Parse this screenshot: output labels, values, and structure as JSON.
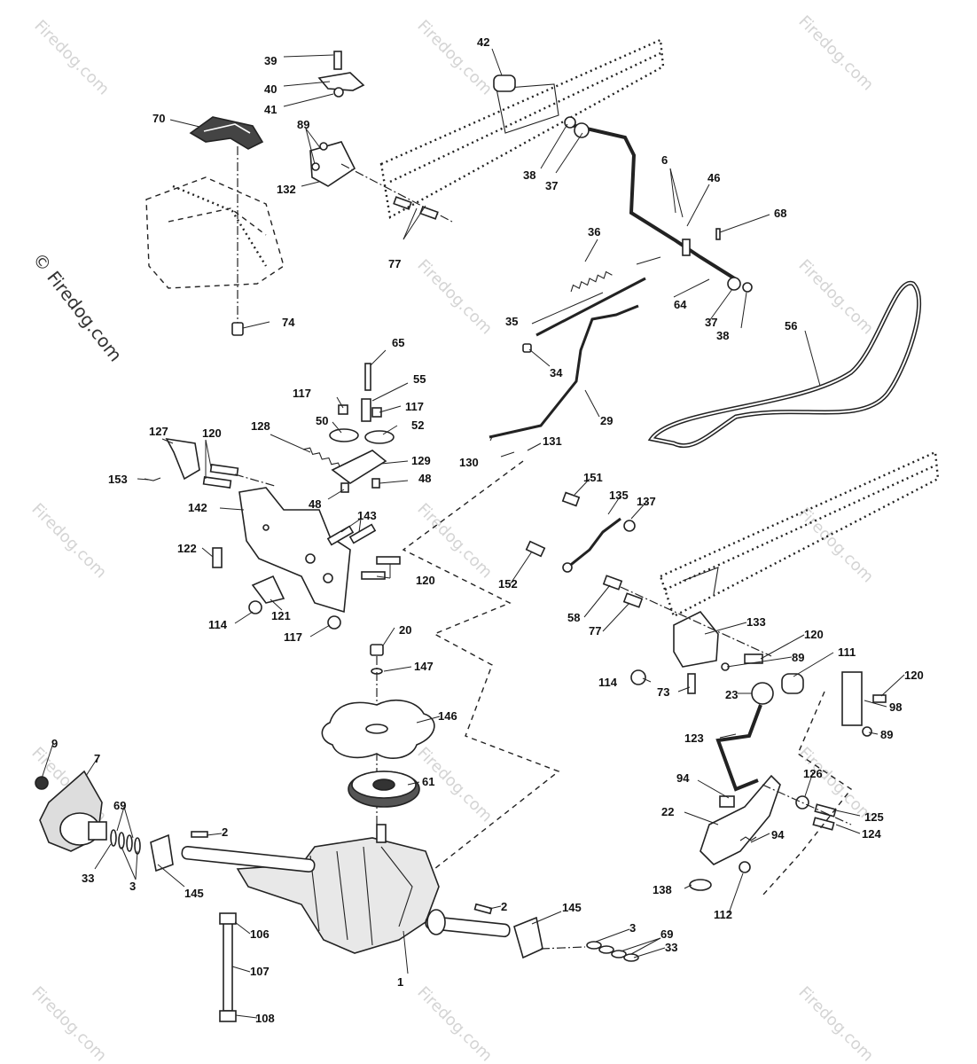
{
  "watermark": {
    "text": "© Firedog.com",
    "faint_text": "Firedog.com",
    "color": "#d4d4d4"
  },
  "callouts": {
    "c1": "1",
    "c2a": "2",
    "c2b": "2",
    "c3a": "3",
    "c3b": "3",
    "c6": "6",
    "c7": "7",
    "c9": "9",
    "c20": "20",
    "c22": "22",
    "c23": "23",
    "c29": "29",
    "c33a": "33",
    "c33b": "33",
    "c34": "34",
    "c35": "35",
    "c36": "36",
    "c37a": "37",
    "c37b": "37",
    "c38a": "38",
    "c38b": "38",
    "c39": "39",
    "c40": "40",
    "c41": "41",
    "c42": "42",
    "c46": "46",
    "c48a": "48",
    "c48b": "48",
    "c50": "50",
    "c52": "52",
    "c55": "55",
    "c56": "56",
    "c58": "58",
    "c61": "61",
    "c64": "64",
    "c65": "65",
    "c68": "68",
    "c69a": "69",
    "c69b": "69",
    "c70": "70",
    "c73": "73",
    "c74": "74",
    "c77a": "77",
    "c77b": "77",
    "c89a": "89",
    "c89b": "89",
    "c89c": "89",
    "c94a": "94",
    "c94b": "94",
    "c98": "98",
    "c106": "106",
    "c107": "107",
    "c108": "108",
    "c111": "111",
    "c112": "112",
    "c114a": "114",
    "c114b": "114",
    "c117a": "117",
    "c117b": "117",
    "c117c": "117",
    "c120a": "120",
    "c120b": "120",
    "c120c": "120",
    "c120d": "120",
    "c121": "121",
    "c122": "122",
    "c123": "123",
    "c124": "124",
    "c125": "125",
    "c126": "126",
    "c127": "127",
    "c128": "128",
    "c129": "129",
    "c130": "130",
    "c131": "131",
    "c132": "132",
    "c133": "133",
    "c135": "135",
    "c137": "137",
    "c138": "138",
    "c142": "142",
    "c143": "143",
    "c145a": "145",
    "c145b": "145",
    "c146": "146",
    "c147": "147",
    "c151": "151",
    "c152": "152",
    "c153": "153"
  }
}
